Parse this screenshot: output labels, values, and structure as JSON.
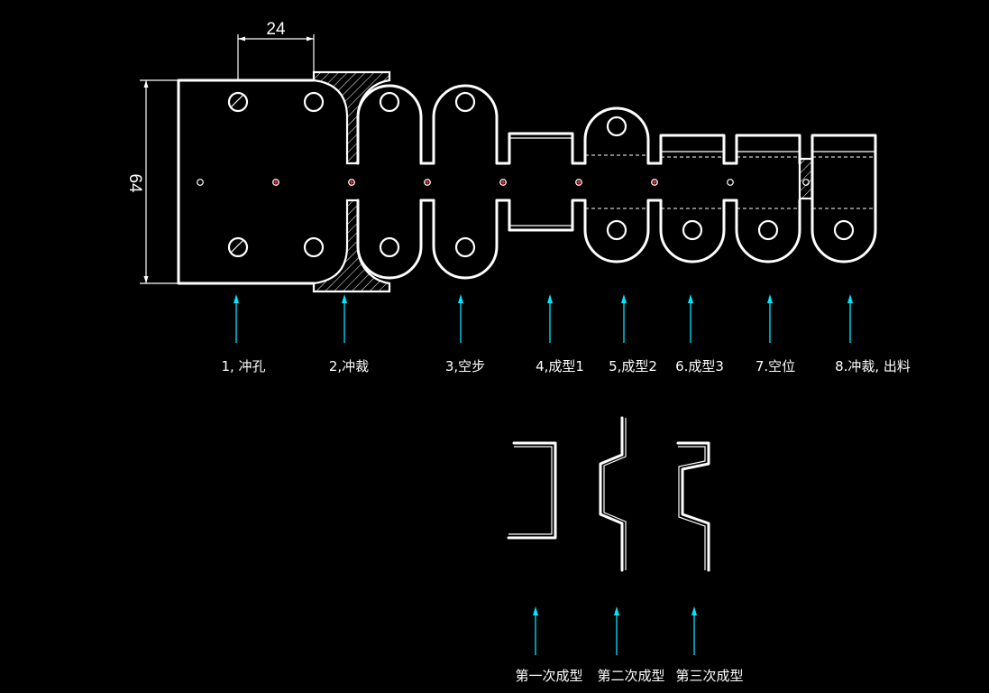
{
  "dimensions": {
    "pitch_label": "24",
    "width_label": "64"
  },
  "station_labels": [
    "1, 冲孔",
    "2,冲裁",
    "3,空步",
    "4,成型1",
    "5,成型2",
    "6.成型3",
    "7.空位",
    "8.冲裁, 出料"
  ],
  "forming_labels": [
    "第一次成型",
    "第二次成型",
    "第三次成型"
  ],
  "colors": {
    "background": "#000000",
    "outline": "#ffffff",
    "arrow": "#00e5ff",
    "pilot_mark": "#ff3333"
  }
}
